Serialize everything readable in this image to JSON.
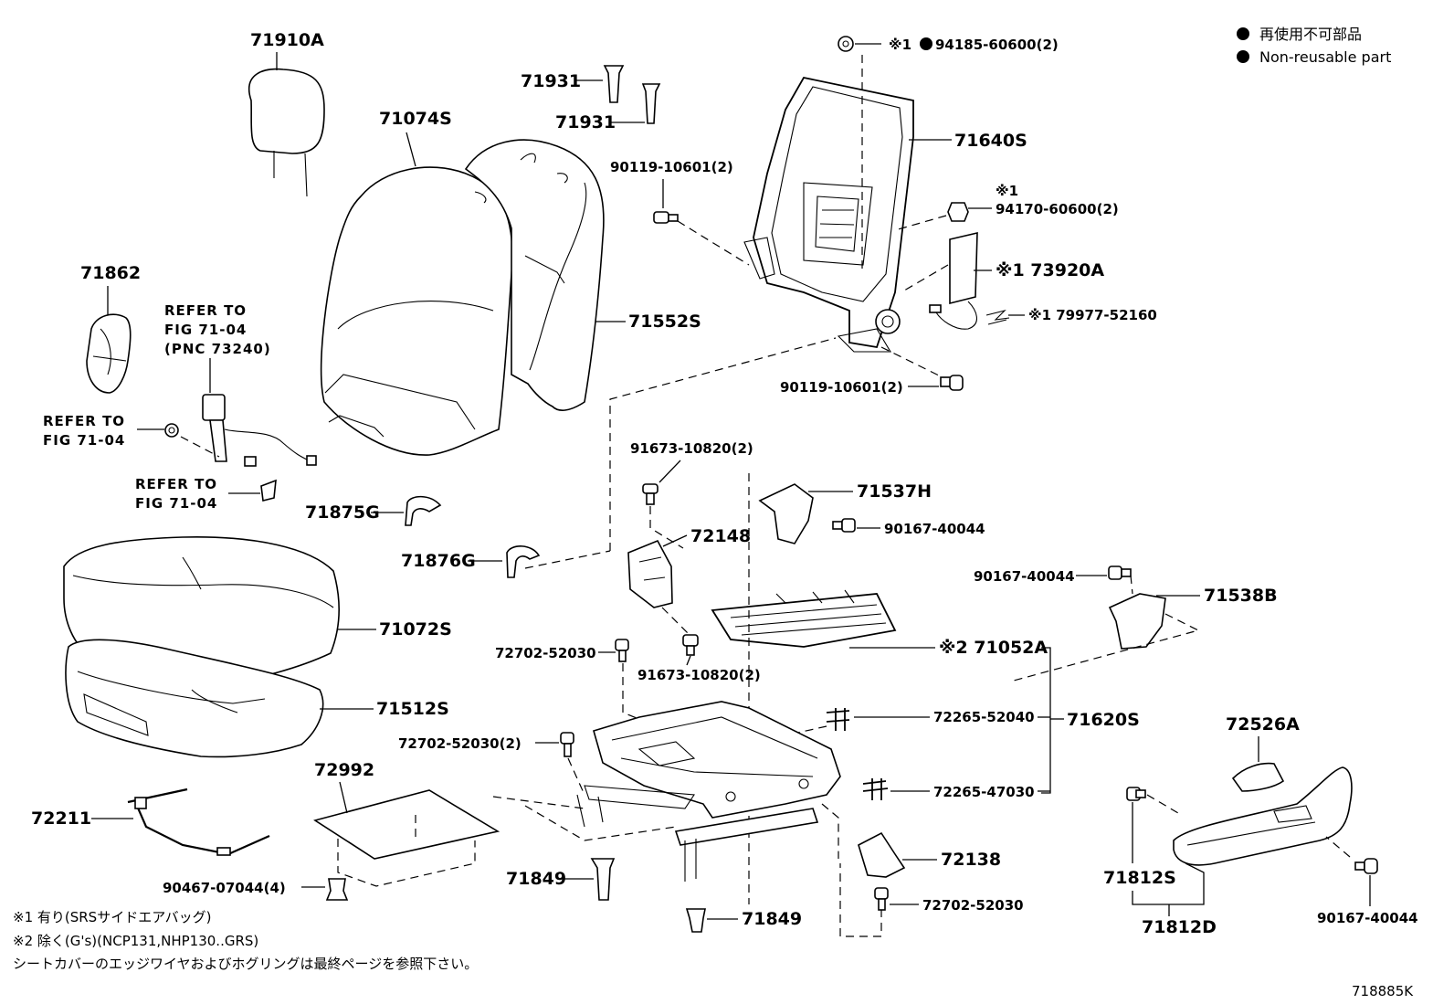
{
  "legend": {
    "items": [
      {
        "label": "再使用不可部品"
      },
      {
        "label": "Non-reusable part"
      }
    ]
  },
  "parts": {
    "p71910A": "71910A",
    "p71074S": "71074S",
    "p71931a": "71931",
    "p71931b": "71931",
    "p90119_top": "90119-10601(2)",
    "p94185_mark": "※1",
    "p94185": "94185-60600(2)",
    "p71640S": "71640S",
    "p94170_mark": "※1",
    "p94170": "94170-60600(2)",
    "p73920A": "※1 73920A",
    "p79977": "※1 79977-52160",
    "p90119_bot": "90119-10601(2)",
    "p71862": "71862",
    "p71552S": "71552S",
    "p91673_top": "91673-10820(2)",
    "p71537H": "71537H",
    "p90167_a": "90167-40044",
    "p72148": "72148",
    "p71875G": "71875G",
    "p71876G": "71876G",
    "p90167_b": "90167-40044",
    "p71538B": "71538B",
    "p71072S": "71072S",
    "p71052A": "※2 71052A",
    "p72702_a": "72702-52030",
    "p91673_bot": "91673-10820(2)",
    "p71512S": "71512S",
    "p72265_a": "72265-52040",
    "p71620S": "71620S",
    "p72526A": "72526A",
    "p72702_b": "72702-52030(2)",
    "p72992": "72992",
    "p72265_b": "72265-47030",
    "p72211": "72211",
    "p72138": "72138",
    "p71812S": "71812S",
    "p71849_a": "71849",
    "p90467": "90467-07044(4)",
    "p72702_c": "72702-52030",
    "p71849_b": "71849",
    "p90167_c": "90167-40044",
    "p71812D": "71812D"
  },
  "refer": {
    "belt": [
      "REFER TO",
      "FIG 71-04",
      "(PNC 73240)"
    ],
    "left1": [
      "REFER TO",
      "FIG 71-04"
    ],
    "left2": [
      "REFER TO",
      "FIG 71-04"
    ]
  },
  "notes": {
    "n1": "※1 有り(SRSサイドエアバッグ)",
    "n2": "※2 除く(G's)(NCP131,NHP130..GRS)",
    "n3": "シートカバーのエッジワイヤおよびホグリングは最終ページを参照下さい。"
  },
  "figure_code": "718885K"
}
